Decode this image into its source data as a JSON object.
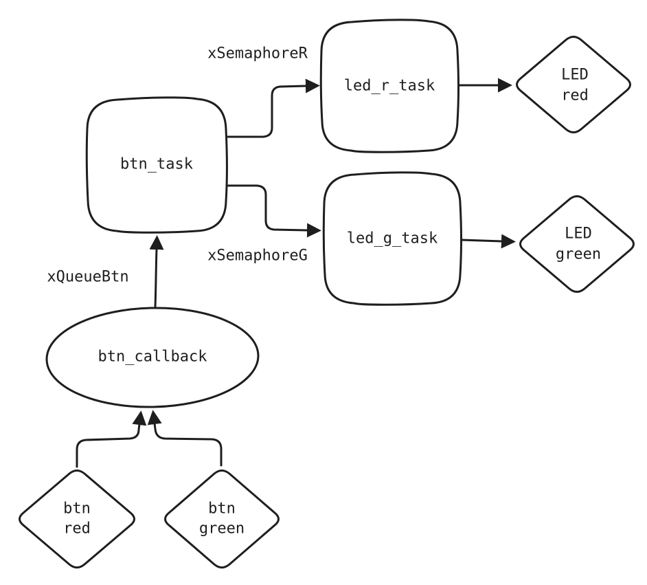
{
  "diagram": {
    "type": "flowchart",
    "theme": {
      "stroke": "#1e1e1e",
      "background": "#ffffff",
      "shape_fill": "#ffffff"
    },
    "nodes": {
      "btn_task": {
        "label": "btn_task",
        "shape": "rounded-rectangle"
      },
      "led_r_task": {
        "label": "led_r_task",
        "shape": "rounded-rectangle"
      },
      "led_g_task": {
        "label": "led_g_task",
        "shape": "rounded-rectangle"
      },
      "led_red": {
        "label_lines": [
          "LED",
          "red"
        ],
        "shape": "diamond"
      },
      "led_green": {
        "label_lines": [
          "LED",
          "green"
        ],
        "shape": "diamond"
      },
      "btn_callback": {
        "label": "btn_callback",
        "shape": "ellipse"
      },
      "btn_red": {
        "label_lines": [
          "btn",
          "red"
        ],
        "shape": "diamond"
      },
      "btn_green": {
        "label_lines": [
          "btn",
          "green"
        ],
        "shape": "diamond"
      }
    },
    "edges": [
      {
        "from": "btn_task",
        "to": "led_r_task",
        "label": "xSemaphoreR"
      },
      {
        "from": "btn_task",
        "to": "led_g_task",
        "label": "xSemaphoreG"
      },
      {
        "from": "led_r_task",
        "to": "led_red",
        "label": ""
      },
      {
        "from": "led_g_task",
        "to": "led_green",
        "label": ""
      },
      {
        "from": "btn_callback",
        "to": "btn_task",
        "label": "xQueueBtn"
      },
      {
        "from": "btn_red",
        "to": "btn_callback",
        "label": ""
      },
      {
        "from": "btn_green",
        "to": "btn_callback",
        "label": ""
      }
    ]
  }
}
